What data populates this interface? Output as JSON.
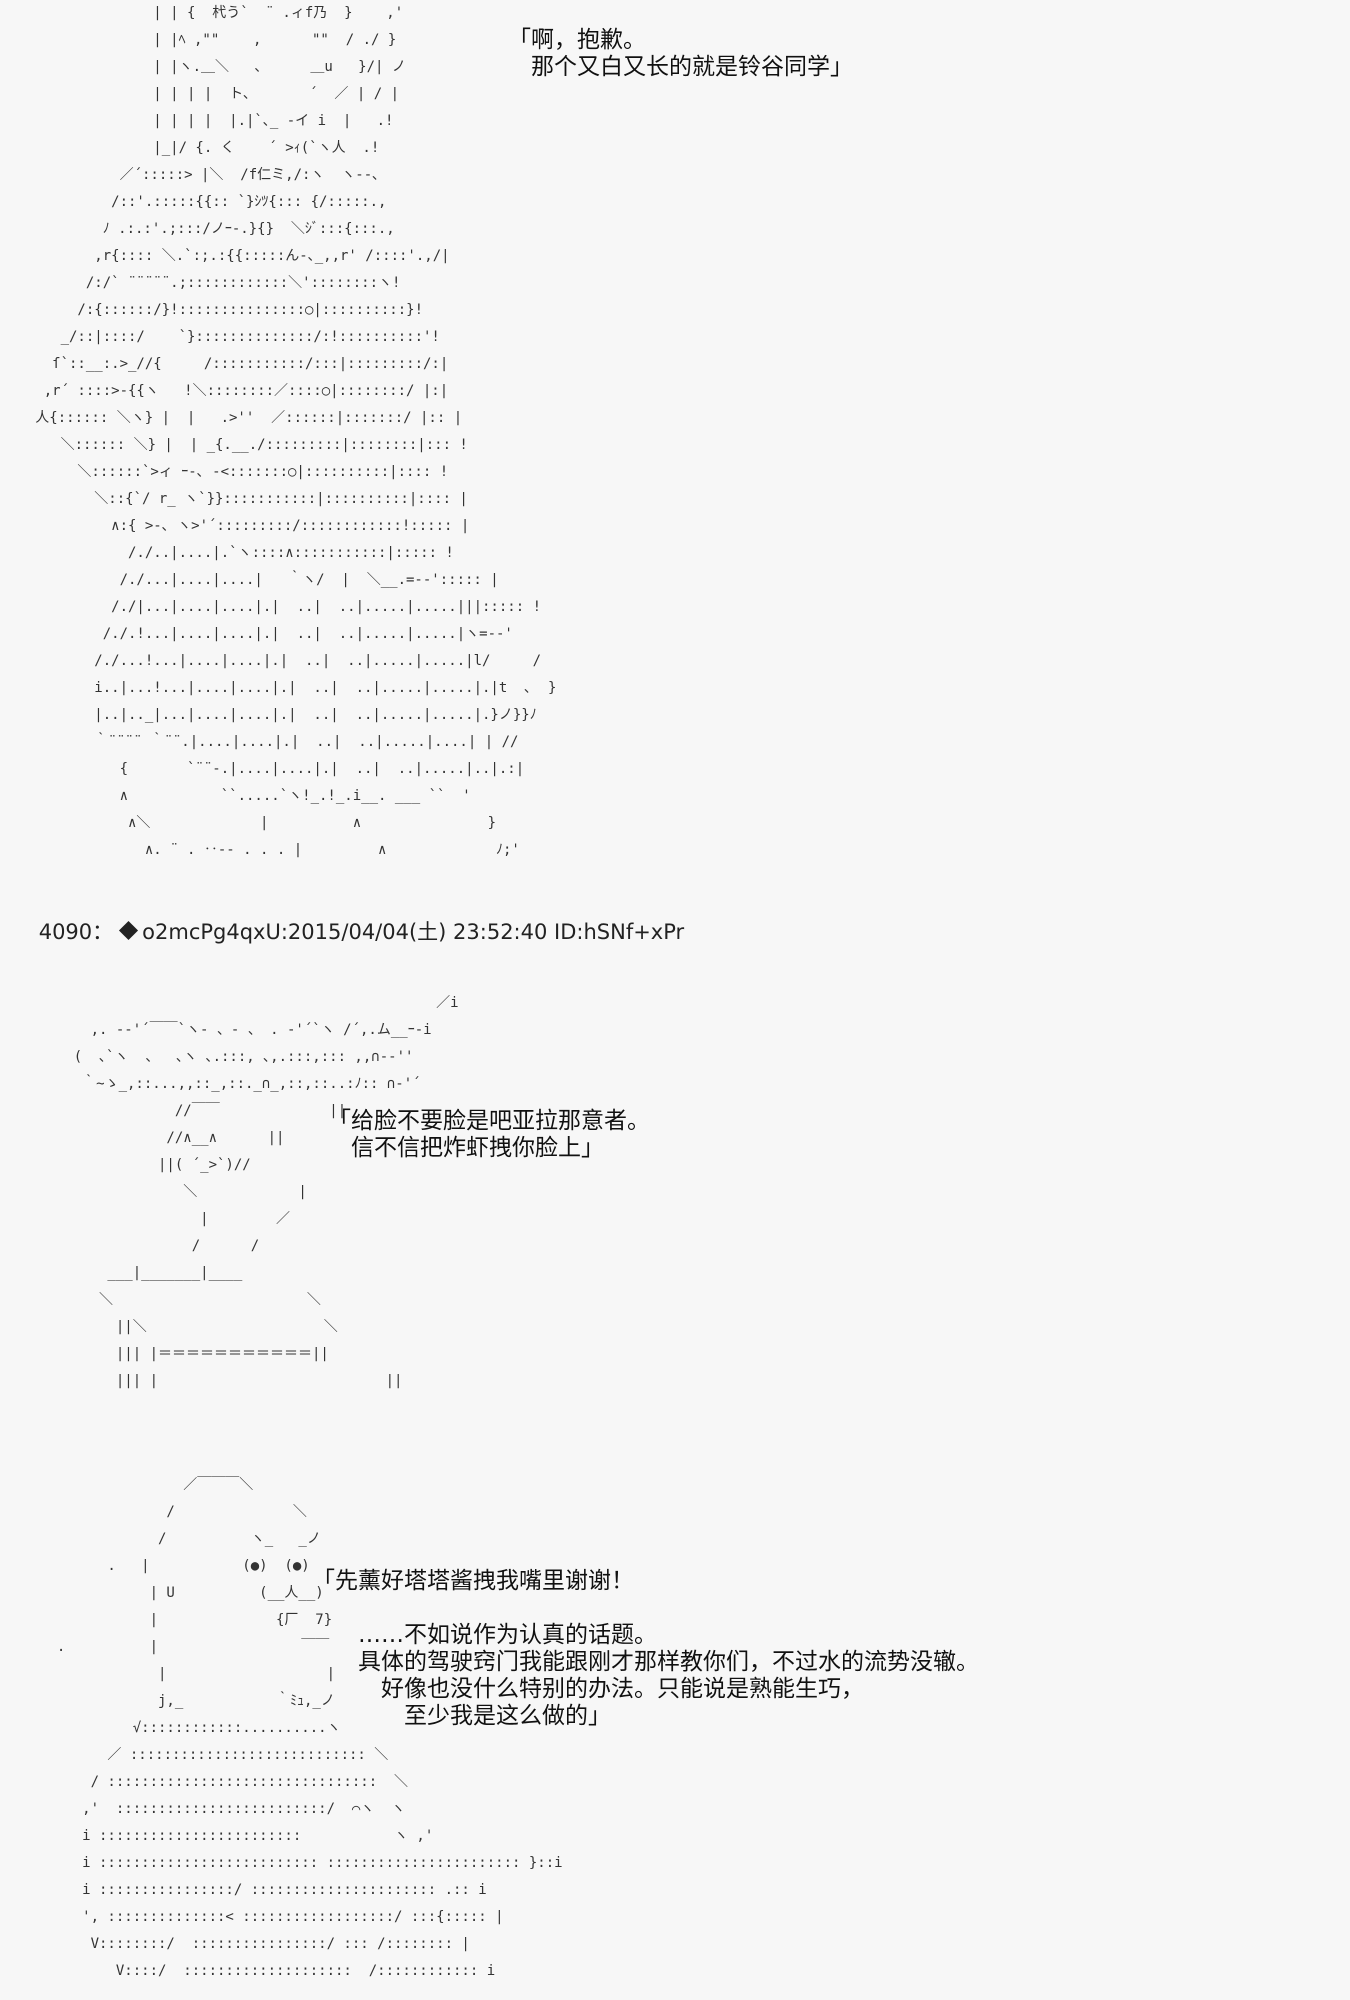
{
  "scene1": {
    "art": [
      "                 | | {  杙う`  ¨ .ィf乃  }    ,'",
      "                 | |ﾍ ,\"\"    ,      \"\"  / ./ }",
      "                 | |ヽ.＿＼   、     ＿u   }/| ノ",
      "                 | | | |  ト､       ´  ／ | / |",
      "                 | | | |  |.|`､_ -イ i  |   .!",
      "                 |_|/ {. く    ´ >ｨ(`ヽ人  .!",
      "             ／´:::::> |＼  /f仁ミ,/:ヽ  ヽ--､",
      "            /::'.:::::{{:: `}ｼﾂ{::: {/:::::.,",
      "           ﾉ .:.:'.;:::/ノｰ-.}{}  ＼ｼﾞ:::{:::.,",
      "          ,r{:::: ＼.`:;.:{{:::::ん-､_,,r' /::::'.,/|",
      "         /:/` ¨¨¨¨¨.;::::::::::::＼'::::::::ヽ!",
      "        /:{::::::/}!:::::::::::::::○|::::::::::}!",
      "      _/::|::::/    `}::::::::::::::/:!::::::::::'!",
      "     ſ`::__:.>_//{     /:::::::::::/:::|:::::::::/:|",
      "    ,r´ ::::>-{{ヽ   !＼::::::::／::::○|::::::::/ |:|",
      "   人{:::::: ＼ヽ} |  |   .>''  ／::::::|:::::::/ |:: |",
      "      ＼:::::: ＼} |  | _{.__./:::::::::|::::::::|::: !",
      "        ＼::::::`>ィ ｰ-､ -<:::::::○|::::::::::|:::: !",
      "          ＼::{`/ r_ ヽ`}}:::::::::::|::::::::::|:::: |",
      "            ∧:{ >-､ ヽ>'´:::::::::/::::::::::::!::::: |",
      "              /./..|....|.`ヽ::::∧:::::::::::|::::: !",
      "             /./...|....|....|   ｀ヽ/  |  ＼__.=--'::::: |",
      "            /./|...|....|....|.|  ..|  ..|.....|.....|||::::: !",
      "           /./.!...|....|....|.|  ..|  ..|.....|.....|ヽ=--'",
      "          /./...!...|....|....|.|  ..|  ..|.....|.....|l/     /",
      "          i..|...!...|....|....|.|  ..|  ..|.....|.....|.|t  ､  }",
      "          |..|.._|...|....|....|.|  ..|  ..|.....|.....|.}ノ}}ﾉ",
      "          ｀¨¨¨¨ ｀¨¨.|....|....|.|  ..|  ..|.....|....| | //",
      "             {       `¨¨-.|....|....|.|  ..|  ..|.....|..|.:|",
      "             ∧           ``.....`ヽ!_.!_.i__. ___ ``  '",
      "              ∧＼             |          ∧               }",
      "                ∧. ¨ . ‥-- . . . |         ∧             ﾉ;'"
    ],
    "speech_lines": [
      "「啊，抱歉。",
      "　那个又白又长的就是铃谷同学」"
    ]
  },
  "post": {
    "number": "4090",
    "separator": "：",
    "trip": "o2mcPg4qxU",
    "datetime": ":2015/04/04(土) 23:52:40",
    "id": " ID:hSNf+xPr"
  },
  "scene2": {
    "art": [
      "                                               ／i",
      "      ,. -‐'´￣￣`ヽ‐ 、‐ 、 . ‐'´`ヽ /´,.ム__ｰ-i",
      "    (  ､`ヽ  、  ､ヽ ､.:::, ､,.:::,::: ,,∩-‐''",
      "     ｀~ゝ_,::...,,::_,::._∩_,::,::..:ﾉ:: ∩-'´",
      "                //￣￣             ||",
      "               //∧__∧      ||",
      "              ||( ´_>`)//",
      "                 ＼            |",
      "                   |        ／",
      "                  /      /",
      "        ___|_______|____",
      "       ＼                       ＼",
      "         ||＼                     ＼",
      "         ||| |＝＝＝＝＝＝＝＝＝＝＝||",
      "         ||| |                           ||"
    ],
    "speech_lines": [
      "「给脸不要脸是吧亚拉那意者。",
      "　信不信把炸虾拽你脸上」"
    ]
  },
  "scene3": {
    "art": [
      "                 ／￣￣￣＼",
      "               /              ＼",
      "              /          ヽ_   _ノ",
      "        .   |           (●)  (●)",
      "             | U          (__人__)",
      "             |              {厂  7}",
      "  .          |                 ￣￣",
      "              |                   |",
      "              j,_           ｀ﾐｭ,_ノ",
      "           √::::::::::::..........ヽ",
      "        ／ :::::::::::::::::::::::::::: ＼",
      "      / ::::::::::::::::::::::::::::::::  ＼",
      "     ,'  :::::::::::::::::::::::::/  ⌒ヽ  ヽ",
      "     i ::::::::::::::::::::::::           ヽ ,'",
      "     i :::::::::::::::::::::::::: ::::::::::::::::::::::: }::i",
      "     i ::::::::::::::::/ :::::::::::::::::::::: .:: i",
      "     ', ::::::::::::::< ::::::::::::::::::/ :::{::::: |",
      "      V::::::::/  ::::::::::::::::/ ::: /:::::::: |",
      "         V::::/  ::::::::::::::::::::  /:::::::::::: i"
    ],
    "speech_lines": [
      "「先薰好塔塔酱拽我嘴里谢谢！",
      "",
      "　　……不如说作为认真的话题。",
      "　　具体的驾驶窍门我能跟刚才那样教你们，不过水的流势没辙。",
      "　　　好像也没什么特别的办法。只能说是熟能生巧，",
      "　　　　至少我是这么做的」"
    ]
  }
}
